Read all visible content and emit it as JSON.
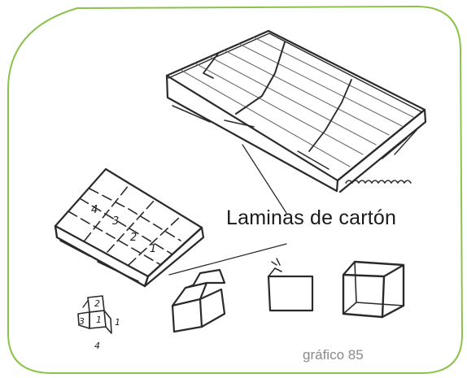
{
  "frame": {
    "border_color": "#8bc34a"
  },
  "labels": {
    "main_label": "Laminas de cartón",
    "figure_caption": "gráfico 85"
  },
  "sheet_numbers": {
    "n1": "1",
    "n2": "2",
    "n3": "3",
    "n4": "4"
  },
  "cube_net_numbers": {
    "top": "2",
    "left": "3",
    "center": "1",
    "right": "1",
    "bottom": "4"
  }
}
